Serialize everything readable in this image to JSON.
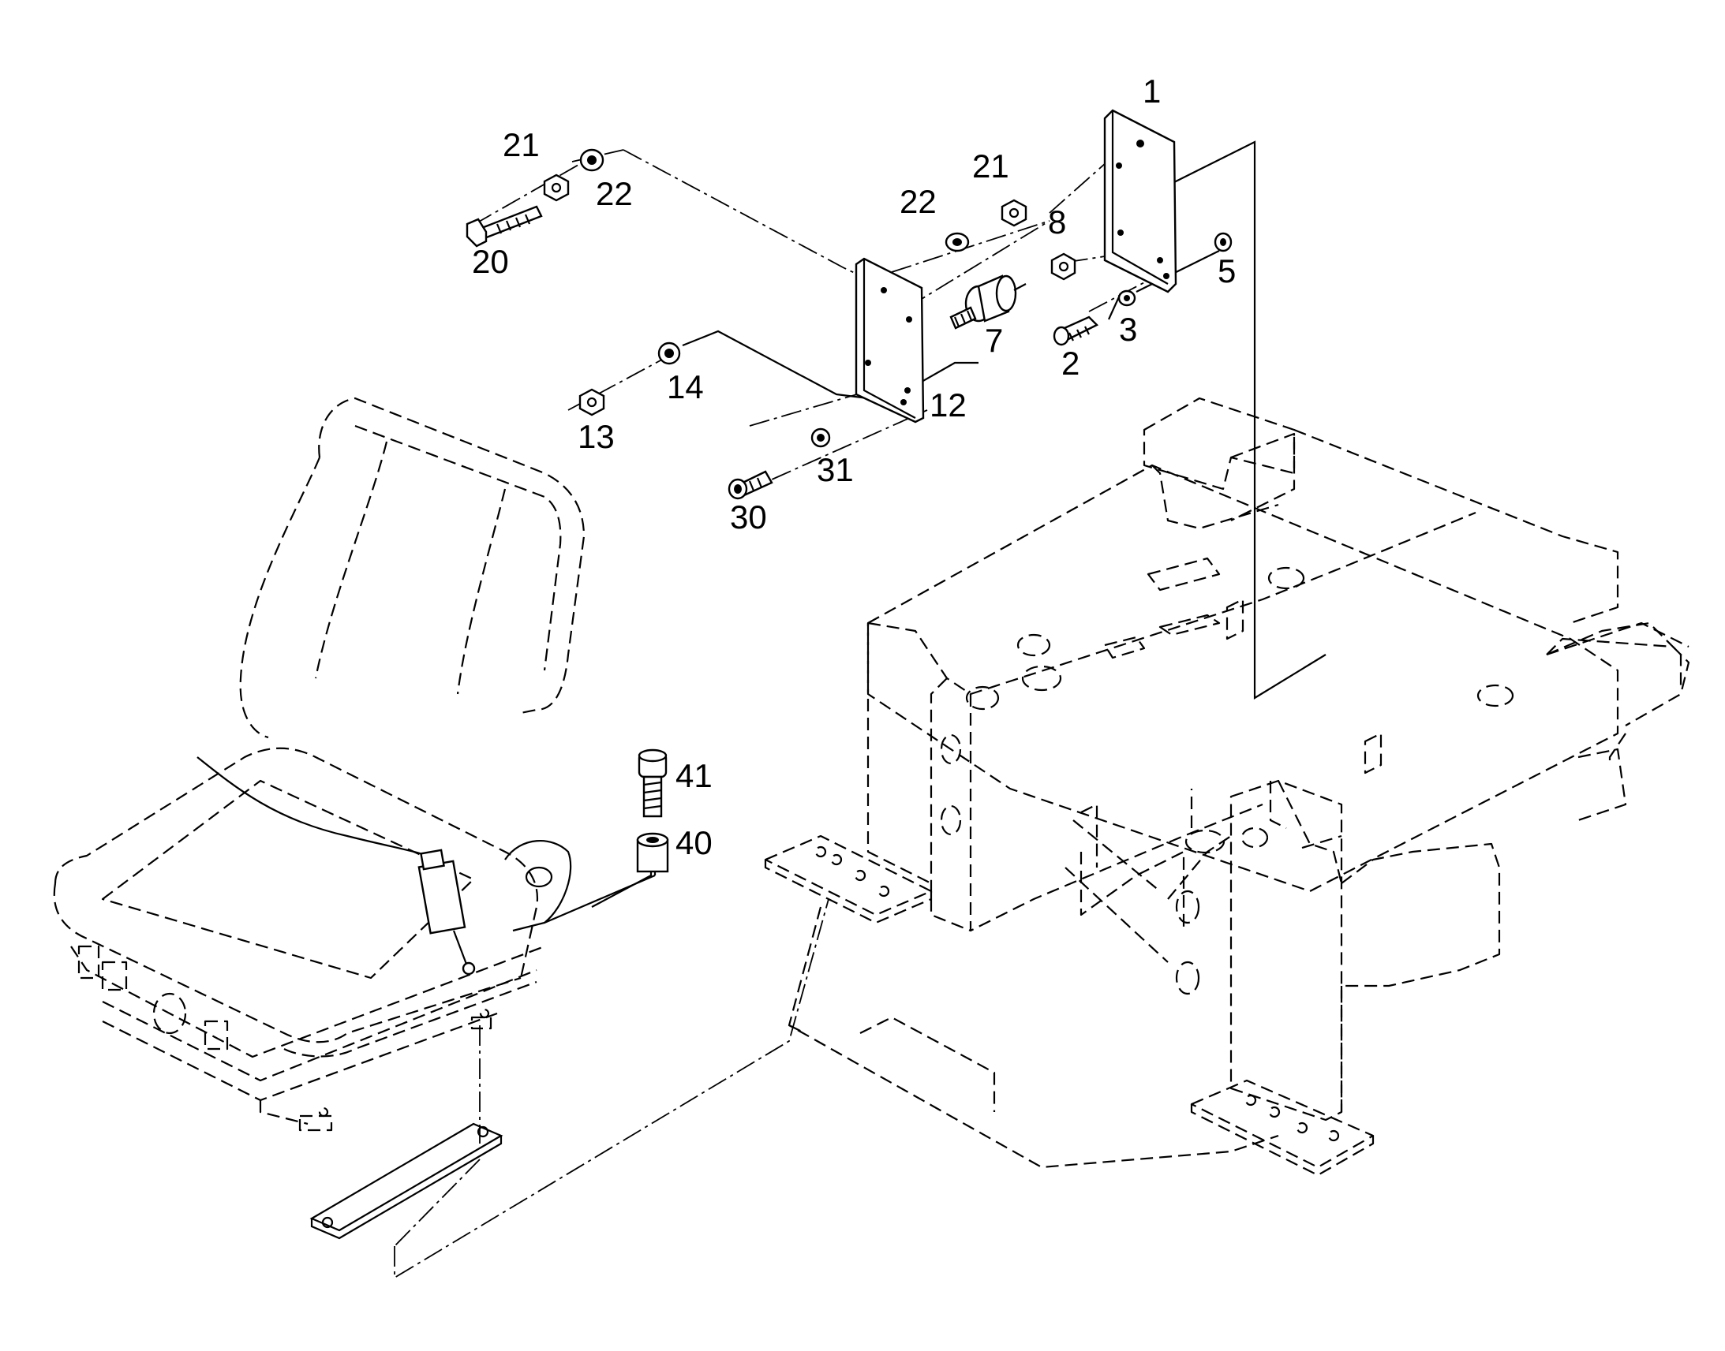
{
  "parts": {
    "p1": "1",
    "p2": "2",
    "p3": "3",
    "p5": "5",
    "p7": "7",
    "p8": "8",
    "p12": "12",
    "p13": "13",
    "p14": "14",
    "p20": "20",
    "p21a": "21",
    "p21b": "21",
    "p22a": "22",
    "p22b": "22",
    "p30": "30",
    "p31": "31",
    "p40": "40",
    "p41": "41"
  }
}
